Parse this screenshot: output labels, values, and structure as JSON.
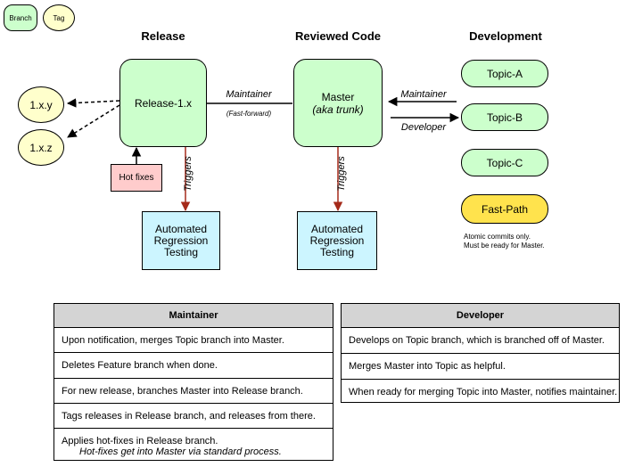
{
  "legend": {
    "branch": "Branch",
    "tag": "Tag"
  },
  "headers": {
    "release": "Release",
    "reviewed": "Reviewed Code",
    "development": "Development"
  },
  "nodes": {
    "release": "Release-1.x",
    "master_line1": "Master",
    "master_line2": "(aka trunk)",
    "tag_xy": "1.x.y",
    "tag_xz": "1.x.z",
    "hotfixes": "Hot fixes",
    "topic_a": "Topic-A",
    "topic_b": "Topic-B",
    "topic_c": "Topic-C",
    "fastpath": "Fast-Path",
    "reg1": [
      "Automated",
      "Regression",
      "Testing"
    ],
    "reg2": [
      "Automated",
      "Regression",
      "Testing"
    ]
  },
  "edges": {
    "maintainer_left": "Maintainer",
    "fast_forward": "(Fast-forward)",
    "maintainer_right": "Maintainer",
    "developer": "Developer",
    "triggers1": "Triggers",
    "triggers2": "Triggers"
  },
  "fastpath_note": [
    "Atomic commits only.",
    "Must be ready for Master."
  ],
  "maintainer_table": {
    "title": "Maintainer",
    "rows": [
      "Upon notification, merges Topic branch into Master.",
      "Deletes Feature branch when done.",
      "For new release, branches Master into Release branch.",
      "Tags releases in Release branch, and releases from there."
    ],
    "last_row": [
      "Applies hot-fixes in Release branch.",
      "Hot-fixes get into Master via standard process."
    ]
  },
  "developer_table": {
    "title": "Developer",
    "rows": [
      "Develops on Topic branch, which is branched off of Master.",
      "Merges Master into Topic as helpful.",
      "When ready for merging Topic into Master, notifies maintainer."
    ]
  },
  "colors": {
    "branch_fill": "#ccffcc",
    "tag_fill": "#ffffcc",
    "trigger_arrow": "#a52a1a",
    "regression_fill": "#ccf5ff",
    "hotfix_fill": "#ffcccc",
    "fastpath_fill": "#ffe34d",
    "table_header": "#d4d4d4"
  }
}
